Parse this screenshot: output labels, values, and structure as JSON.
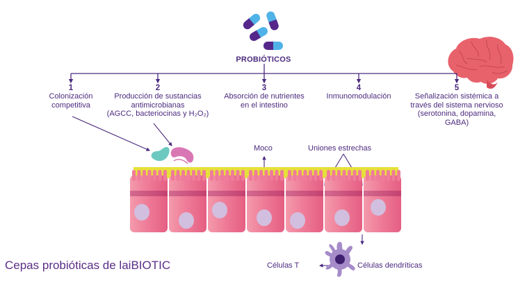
{
  "title": "PROBIÓTICOS",
  "mechanisms": [
    {
      "num": "1",
      "lines": [
        "Colonización",
        "competitiva"
      ]
    },
    {
      "num": "2",
      "lines": [
        "Producción de sustancias",
        "antimicrobianas",
        "(AGCC, bacteriocinas y H₂O₂)"
      ]
    },
    {
      "num": "3",
      "lines": [
        "Absorción de nutrientes",
        "en el intestino"
      ]
    },
    {
      "num": "4",
      "lines": [
        "Inmunomodulación"
      ]
    },
    {
      "num": "5",
      "lines": [
        "Señalización sistémica a",
        "través del sistema nervioso",
        "(serotonina, dopamina,",
        "GABA)"
      ]
    }
  ],
  "labels": {
    "mucus": "Moco",
    "tight_junctions": "Uniones estrechas",
    "t_cells": "Células T",
    "dendritic_cells": "Células dendríticas"
  },
  "footer": "Cepas probióticas de laiBIOTIC",
  "icons": {
    "capsules": "capsule-icon",
    "brain": "brain-icon",
    "bacteria": [
      "bacteria-bean-icon",
      "bacteria-spiral-icon"
    ],
    "epithelium": "intestinal-epithelium-icon",
    "dendritic_cell": "dendritic-cell-icon"
  },
  "colors": {
    "primary": "#4b2a7e",
    "capsule_light": "#4fb3e8",
    "capsule_dark": "#56278a",
    "brain": "#e8626b",
    "mucus": "#e6e03a",
    "cell": "#ee6f8e",
    "cell_band": "#c84a77",
    "nucleus": "#d2bfdf",
    "dendritic": "#a68bc9",
    "dendritic_core": "#3d1f6e",
    "bacteria_teal": "#6cc9c0",
    "bacteria_pink": "#d977b4"
  }
}
